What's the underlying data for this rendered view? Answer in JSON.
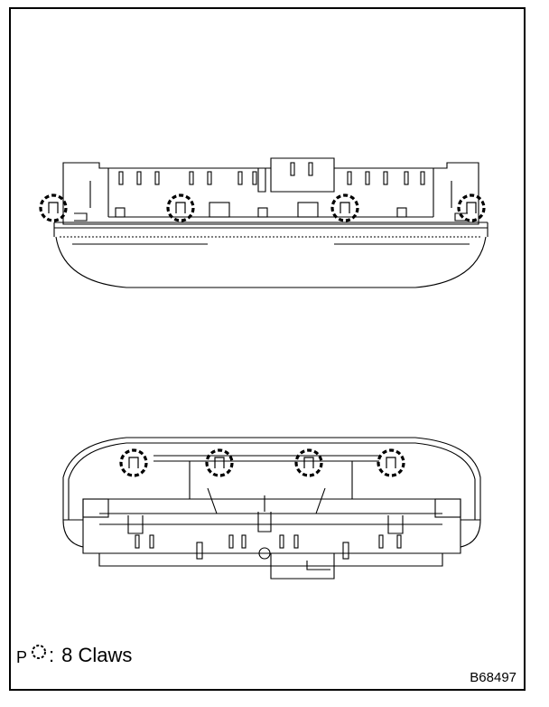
{
  "legend": {
    "prefix": "P",
    "symbol": "dashed-circle-claw-icon",
    "colon": ":",
    "text": "8 Claws"
  },
  "figure_id": "B68497",
  "colors": {
    "line": "#000000",
    "background": "#ffffff"
  }
}
